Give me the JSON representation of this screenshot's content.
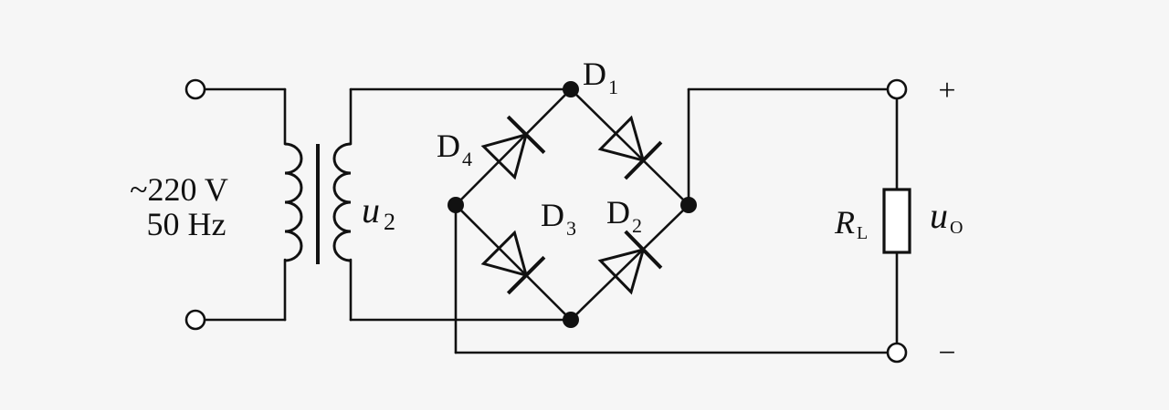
{
  "source": {
    "voltage_label": "~220 V",
    "frequency_label": "50 Hz"
  },
  "secondary": {
    "symbol": "u",
    "subscript": "2"
  },
  "diodes": [
    {
      "letter": "D",
      "subscript": "1"
    },
    {
      "letter": "D",
      "subscript": "2"
    },
    {
      "letter": "D",
      "subscript": "3"
    },
    {
      "letter": "D",
      "subscript": "4"
    }
  ],
  "load": {
    "symbol": "R",
    "subscript": "L"
  },
  "output": {
    "symbol": "u",
    "subscript": "O",
    "plus": "+",
    "minus": "−"
  }
}
